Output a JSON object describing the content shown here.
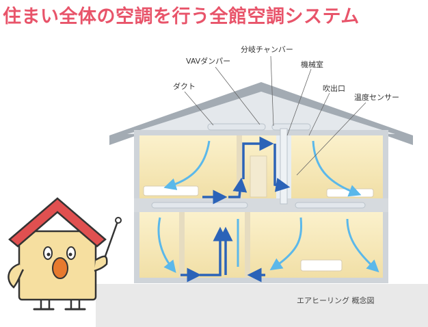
{
  "title": "住まい全体の空調を行う全館空調システム",
  "labels": {
    "branch_chamber": "分岐チャンバー",
    "vav_damper": "VAVダンパー",
    "machine_room": "機械室",
    "duct": "ダクト",
    "outlet": "吹出口",
    "temp_sensor": "温度センサー"
  },
  "caption": "エアヒーリング 概念図",
  "colors": {
    "title": "#e8546a",
    "roof": "#9aa3ab",
    "room": "#f6e8b8",
    "airflow_light": "#5bb8ea",
    "airflow_dark": "#2b63b8",
    "ground": "#e9e9e9"
  },
  "icons": [
    "house-mascot",
    "pointer-stick"
  ]
}
